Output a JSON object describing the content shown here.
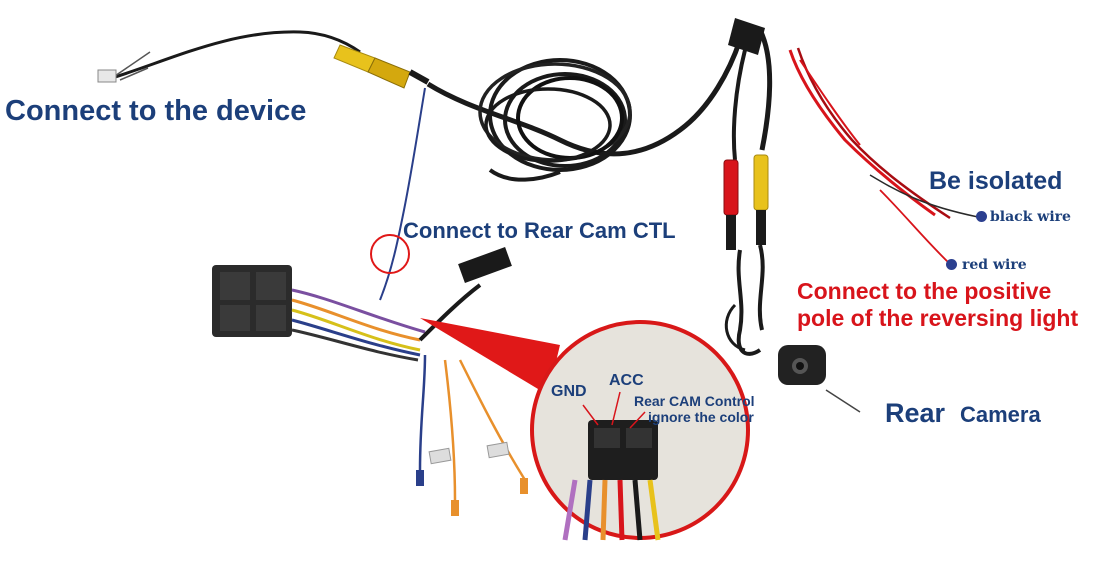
{
  "labels": {
    "connect_device": "Connect to the device",
    "connect_rear_cam_ctl": "Connect to Rear Cam CTL",
    "be_isolated": "Be isolated",
    "black_wire": "black wire",
    "red_wire": "red wire",
    "connect_positive_line1": "Connect to the positive",
    "connect_positive_line2": "pole of the reversing light",
    "rear": "Rear",
    "camera": "Camera",
    "gnd": "GND",
    "acc": "ACC",
    "rear_cam_control": "Rear CAM Control",
    "ignore_color": "ignore the color"
  },
  "colors": {
    "label_blue": "#1c3f7a",
    "label_red": "#d8141b",
    "cable_black": "#1a1a1a",
    "rca_yellow": "#e8c21c",
    "rca_red": "#d8141b",
    "wire_blue": "#2a3f8a",
    "wire_orange": "#e8902c",
    "callout_red": "#e01818"
  },
  "icons": {
    "wire_end_dot": "circle-dot-icon",
    "highlight_circle": "red-circle-highlight"
  }
}
